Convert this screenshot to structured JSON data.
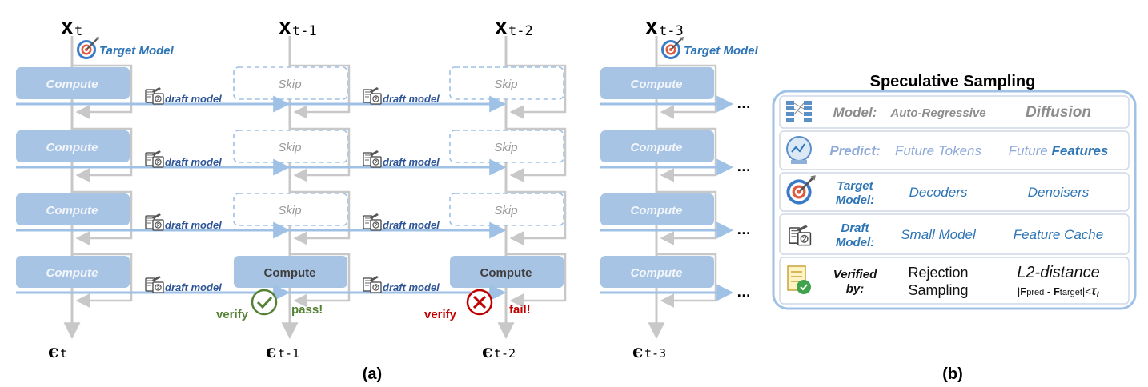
{
  "panel_a": {
    "caption": "(a)",
    "columns": [
      {
        "x_label": "x",
        "x_sub": "t",
        "eps_label": "ϵ",
        "eps_sub": "t"
      },
      {
        "x_label": "x",
        "x_sub": "t-1",
        "eps_label": "ϵ",
        "eps_sub": "t-1"
      },
      {
        "x_label": "x",
        "x_sub": "t-2",
        "eps_label": "ϵ",
        "eps_sub": "t-2"
      },
      {
        "x_label": "x",
        "x_sub": "t-3",
        "eps_label": "ϵ",
        "eps_sub": "t-3"
      }
    ],
    "target_model_label": "Target Model",
    "compute_label": "Compute",
    "skip_label": "Skip",
    "draft_model_label": "draft model",
    "ellipsis": "…",
    "verify_label": "verify",
    "pass_label": "pass!",
    "fail_label": "fail!",
    "colors": {
      "block": "#a8c4e4",
      "block_text": "#f2f6fb",
      "arrow": "#9fc1e6",
      "return": "#c8c8c8",
      "blue_text": "#2e75b6",
      "pass": "#548235",
      "fail": "#c00000"
    }
  },
  "panel_b": {
    "caption": "(b)",
    "title": "Speculative Sampling",
    "rows": [
      {
        "icon": "model-structure-icon",
        "label": [
          "Model:"
        ],
        "left": [
          "Auto-Regressive"
        ],
        "right": [
          "Diffusion"
        ],
        "style": "gray"
      },
      {
        "icon": "crystal-ball-icon",
        "label": [
          "Predict:"
        ],
        "left": [
          "Future Tokens"
        ],
        "right_plain": "Future ",
        "right_bold": "Features",
        "style": "blue-light"
      },
      {
        "icon": "target-icon",
        "label": [
          "Target",
          "Model:"
        ],
        "left": [
          "Decoders"
        ],
        "right": [
          "Denoisers"
        ],
        "style": "blue"
      },
      {
        "icon": "draft-document-icon",
        "label": [
          "Draft",
          "Model:"
        ],
        "left": [
          "Small Model"
        ],
        "right": [
          "Feature Cache"
        ],
        "style": "blue"
      },
      {
        "icon": "verified-document-icon",
        "label": [
          "Verified",
          "by:"
        ],
        "left": [
          "Rejection",
          "Sampling"
        ],
        "right": [
          "L2-distance"
        ],
        "style": "black"
      }
    ],
    "formula": {
      "bar_open": "|",
      "f": "F",
      "pred": "pred",
      "minus": " - ",
      "target": "target",
      "bar_close": "|<",
      "tau": "τ",
      "tau_sub": "t"
    }
  }
}
